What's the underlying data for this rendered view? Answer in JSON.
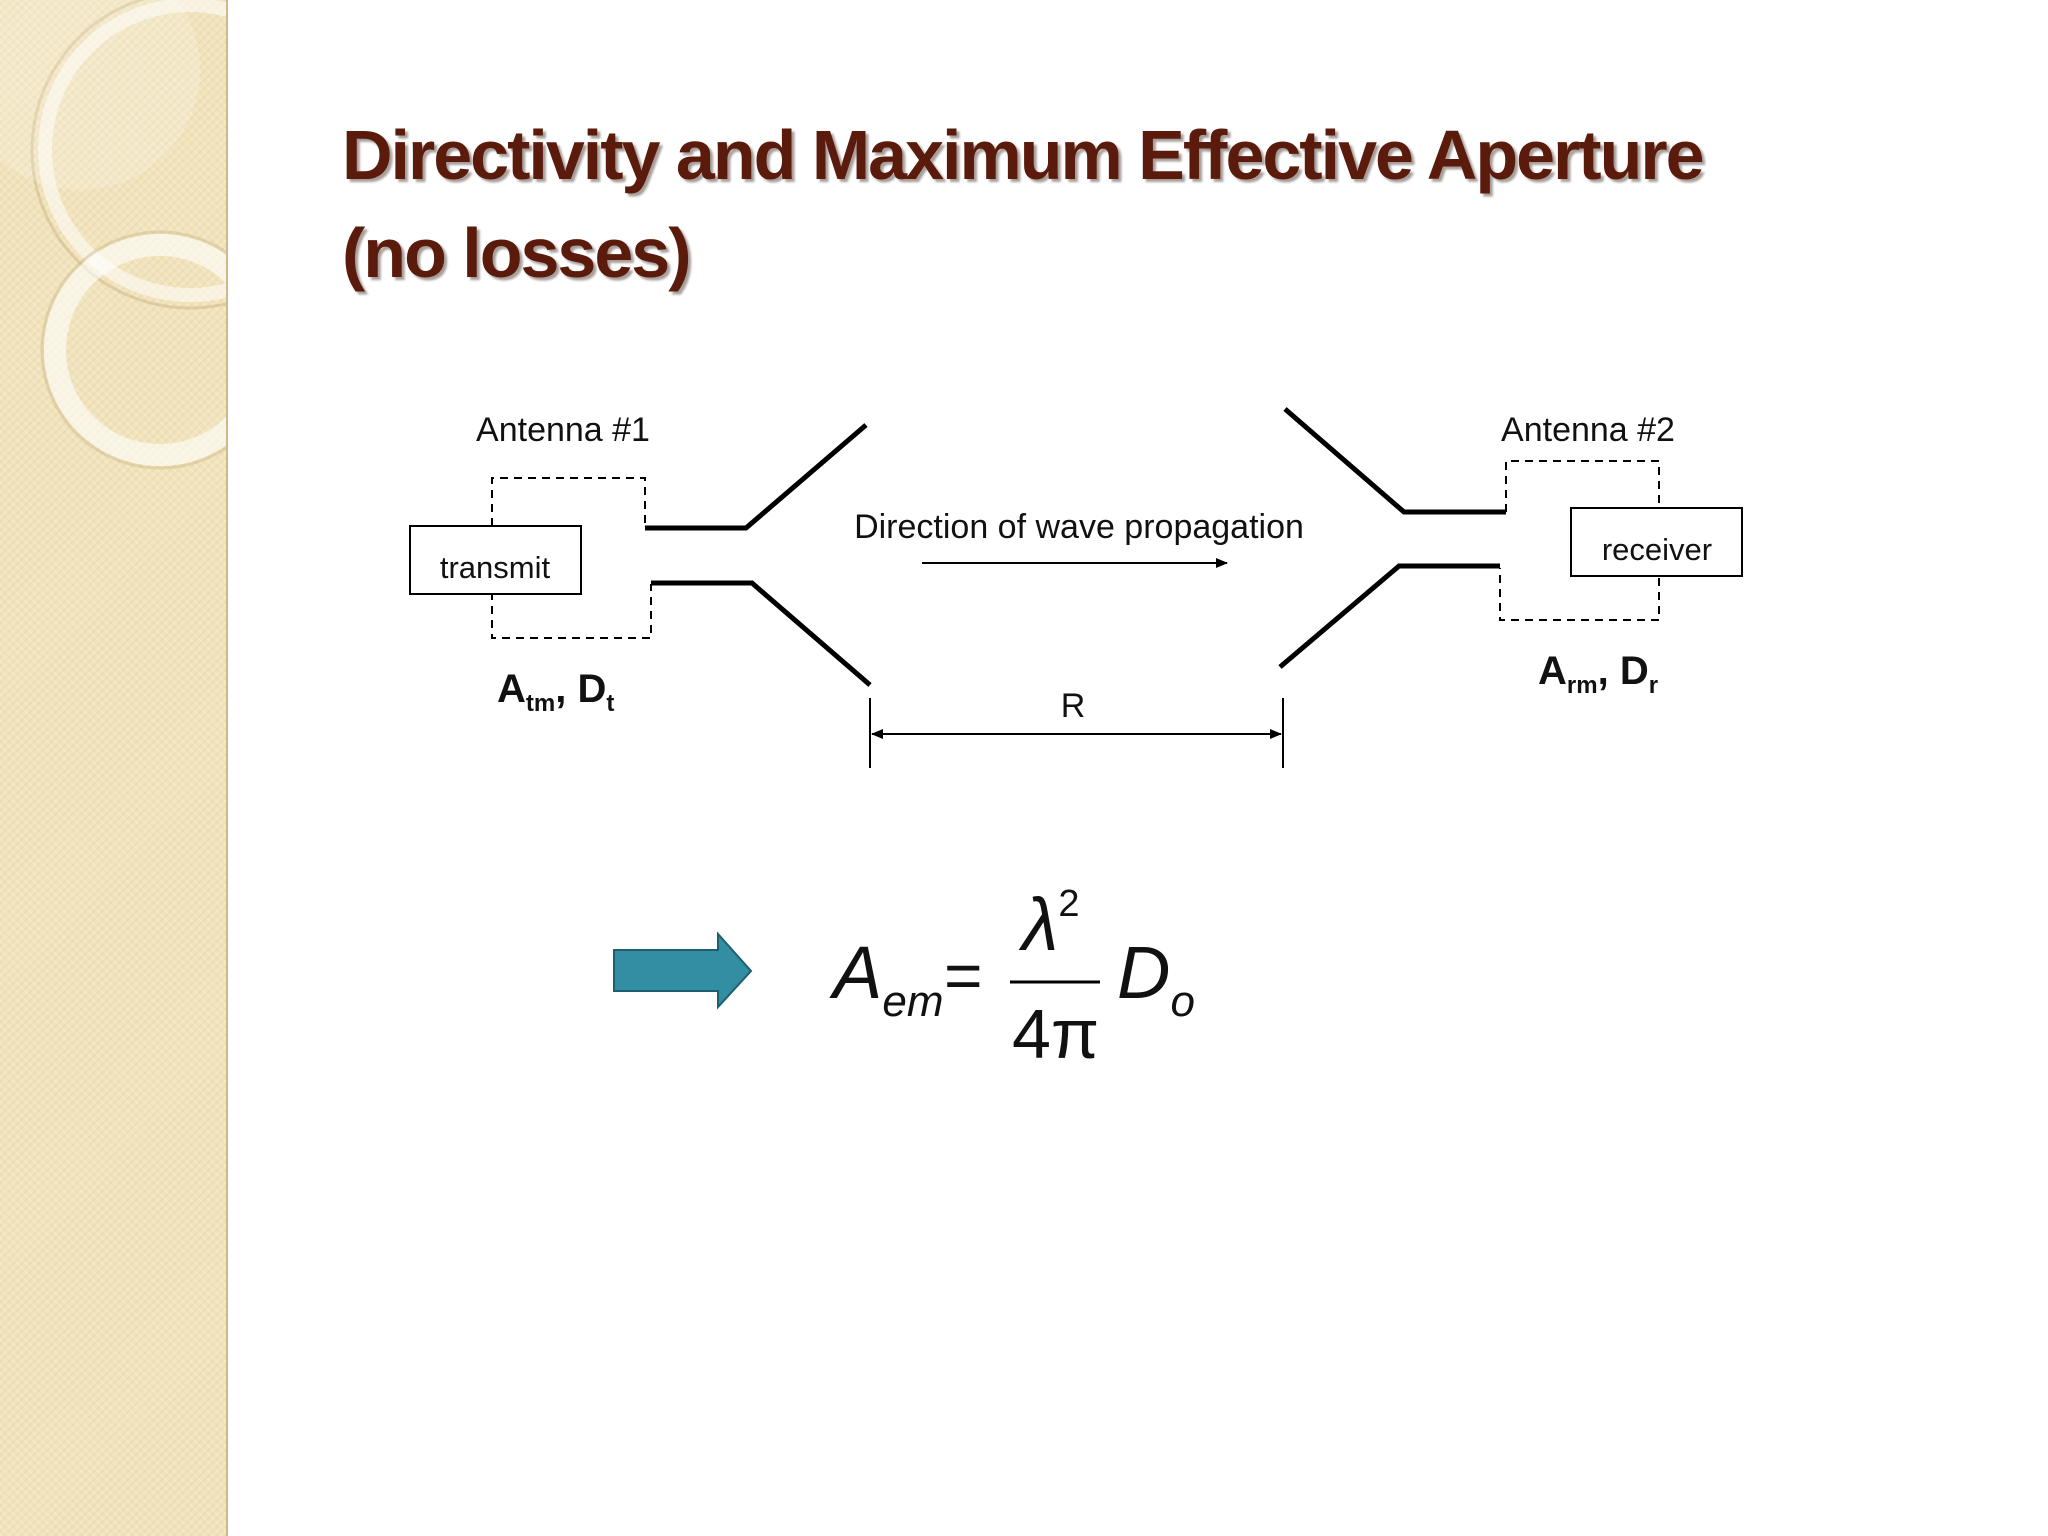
{
  "slide": {
    "title_line1": "Directivity and Maximum Effective Aperture",
    "title_line2": "(no losses)",
    "colors": {
      "title": "#5a1a0c",
      "sidebar": "#f1e3bb",
      "arrow_fill": "#348ea3"
    }
  },
  "diagram": {
    "antenna1_label": "Antenna #1",
    "antenna2_label": "Antenna #2",
    "transmit_label": "transmit",
    "receiver_label": "receiver",
    "propagation_label": "Direction of wave propagation",
    "distance_label": "R",
    "tx_params": {
      "A": "A",
      "A_sub": "tm",
      "sep": ", ",
      "D": "D",
      "D_sub": "t"
    },
    "rx_params": {
      "A": "A",
      "A_sub": "rm",
      "sep": ", ",
      "D": "D",
      "D_sub": "r"
    }
  },
  "formula": {
    "lhs": "A",
    "lhs_sub": "em",
    "equals": "=",
    "numerator": "λ",
    "numerator_sup": "2",
    "denominator": "4π",
    "rhs": "D",
    "rhs_sub": "o",
    "arrow_icon": "right-arrow-icon"
  }
}
